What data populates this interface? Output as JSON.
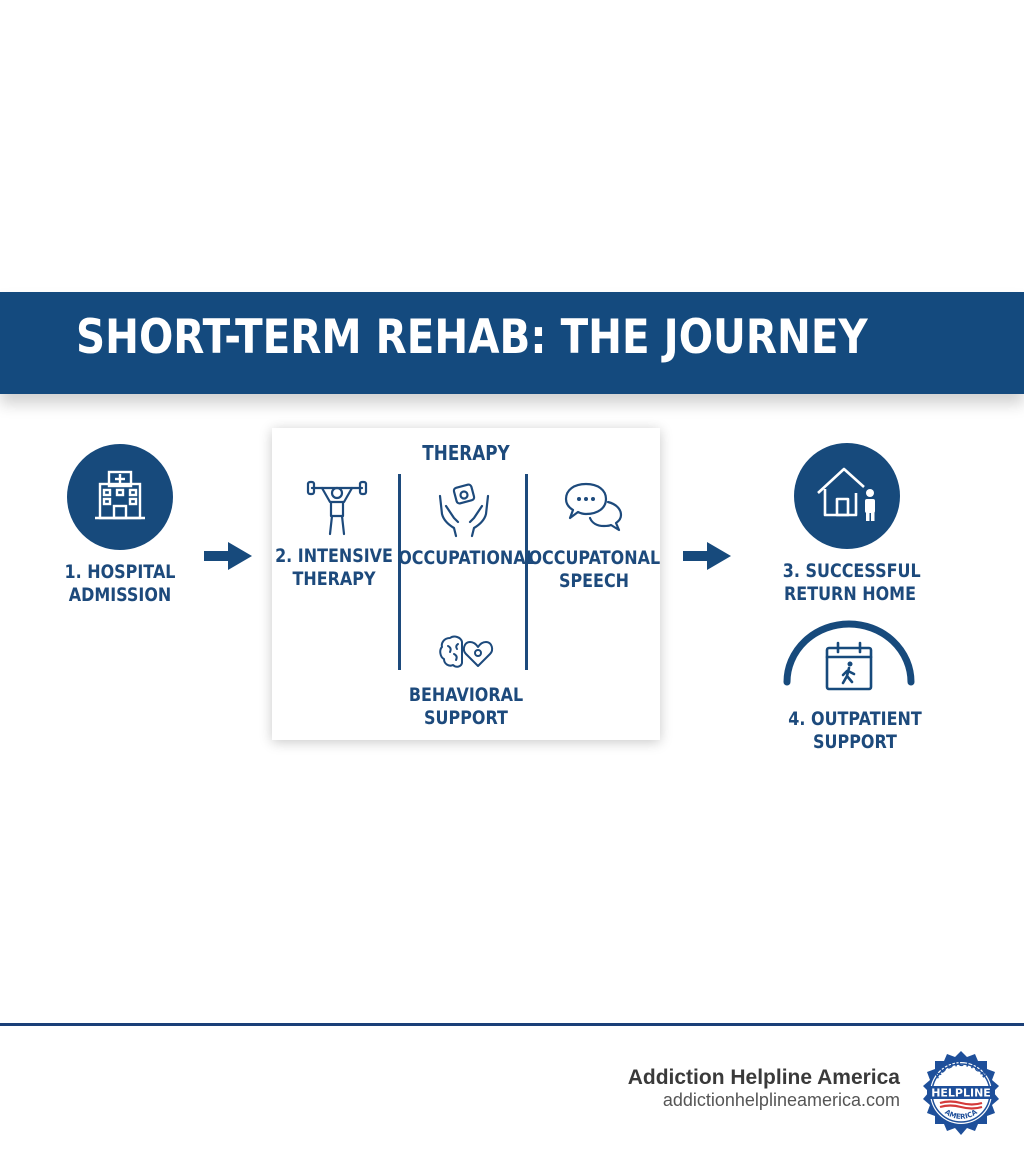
{
  "header": {
    "title": "SHORT-TERM REHAB: THE JOURNEY"
  },
  "steps": {
    "step1": {
      "label_line1": "1. HOSPITAL",
      "label_line2": "ADMISSION",
      "icon": "hospital-icon"
    },
    "step2": {
      "label_line1": "2. INTENSIVE",
      "label_line2": "THERAPY",
      "icon": "weightlifter-icon"
    },
    "step3": {
      "label_line1": "3. SUCCESSFUL",
      "label_line2": "RETURN HOME",
      "icon": "home-icon"
    },
    "step4": {
      "label_line1": "4. OUTPATIENT",
      "label_line2": "SUPPORT",
      "icon": "calendar-walk-icon"
    }
  },
  "therapy": {
    "title": "THERAPY",
    "occupational": {
      "label": "OCCUPATIONAL",
      "icon": "caring-hands-icon"
    },
    "speech": {
      "label_line1": "OCCUPATONAL",
      "label_line2": "SPEECH",
      "icon": "speech-bubbles-icon"
    },
    "behavioral": {
      "label_line1": "BEHAVIORAL",
      "label_line2": "SUPPORT",
      "icon": "brain-heart-icon"
    }
  },
  "footer": {
    "brand": "Addiction Helpline America",
    "url": "addictionhelplineamerica.com",
    "seal_top": "ADDICTION",
    "seal_middle": "HELPLINE",
    "seal_bottom": "AMERICA"
  },
  "colors": {
    "primary": "#144a7e",
    "text": "#1d4a7c",
    "footer_line": "#1a3f78"
  }
}
